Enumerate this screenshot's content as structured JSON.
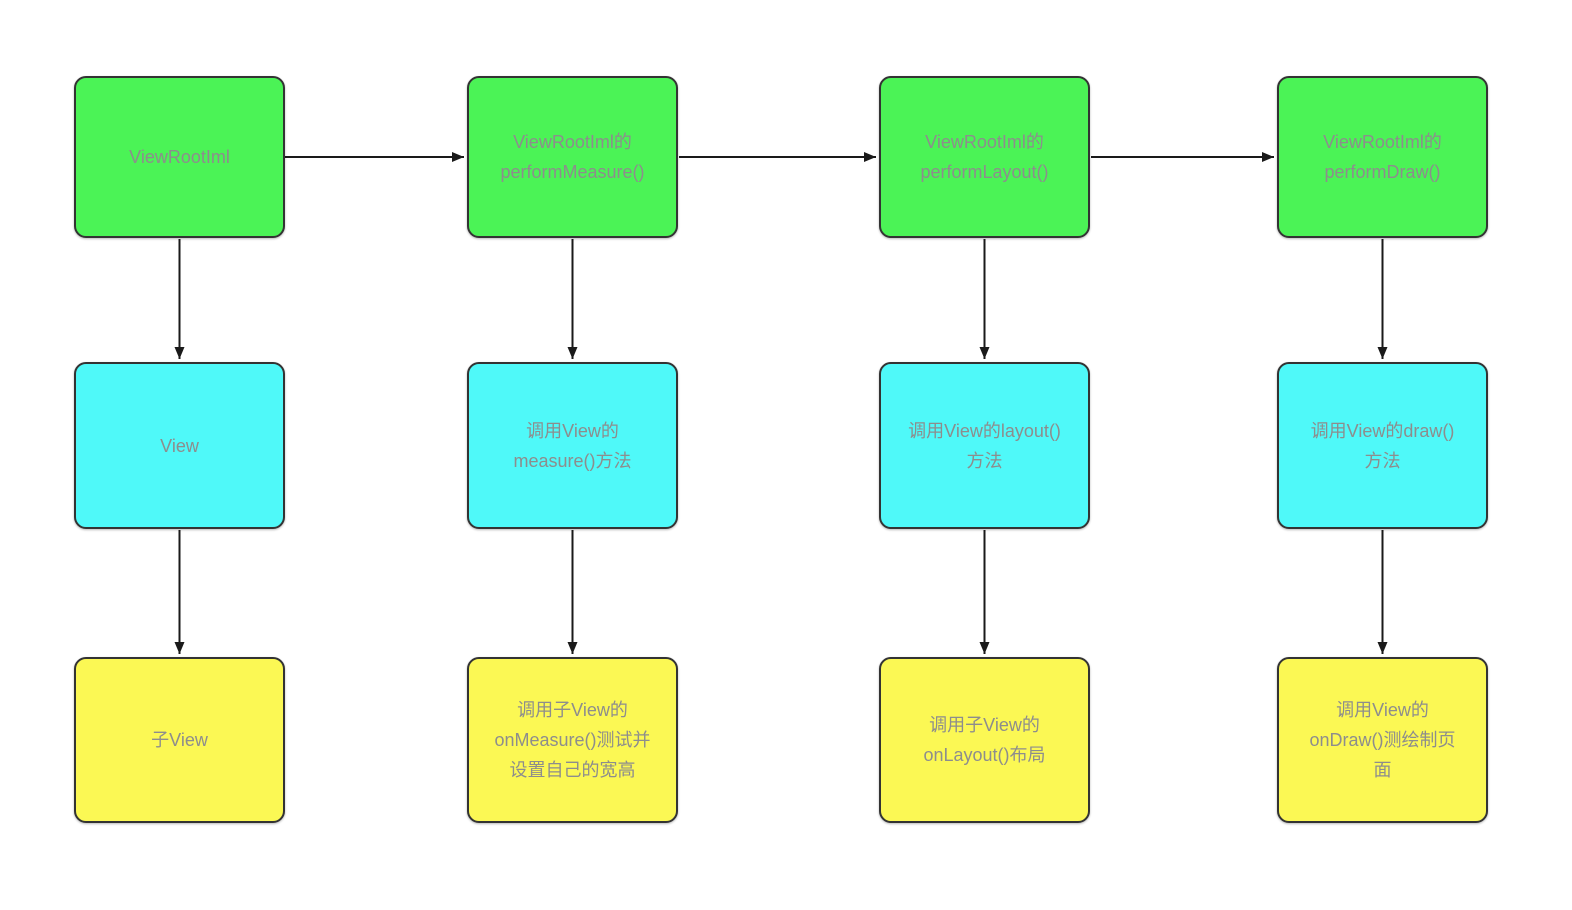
{
  "diagram": {
    "nodes": [
      {
        "id": "view-root-iml",
        "label": "ViewRootIml",
        "color": "green",
        "col": 1,
        "row": 1
      },
      {
        "id": "perform-measure",
        "label": "ViewRootIml的\nperformMeasure()",
        "color": "green",
        "col": 2,
        "row": 1
      },
      {
        "id": "perform-layout",
        "label": "ViewRootIml的\nperformLayout()",
        "color": "green",
        "col": 3,
        "row": 1
      },
      {
        "id": "perform-draw",
        "label": "ViewRootIml的\nperformDraw()",
        "color": "green",
        "col": 4,
        "row": 1
      },
      {
        "id": "view",
        "label": "View",
        "color": "cyan",
        "col": 1,
        "row": 2
      },
      {
        "id": "call-view-measure",
        "label": "调用View的\nmeasure()方法",
        "color": "cyan",
        "col": 2,
        "row": 2
      },
      {
        "id": "call-view-layout",
        "label": "调用View的layout()\n方法",
        "color": "cyan",
        "col": 3,
        "row": 2
      },
      {
        "id": "call-view-draw",
        "label": "调用View的draw()\n方法",
        "color": "cyan",
        "col": 4,
        "row": 2
      },
      {
        "id": "child-view",
        "label": "子View",
        "color": "yellow",
        "col": 1,
        "row": 3
      },
      {
        "id": "call-child-onmeasure",
        "label": "调用子View的\nonMeasure()测试并\n设置自己的宽高",
        "color": "yellow",
        "col": 2,
        "row": 3
      },
      {
        "id": "call-child-onlayout",
        "label": "调用子View的\nonLayout()布局",
        "color": "yellow",
        "col": 3,
        "row": 3
      },
      {
        "id": "call-view-ondraw",
        "label": "调用View的\nonDraw()测绘制页\n面",
        "color": "yellow",
        "col": 4,
        "row": 3
      }
    ],
    "edges": [
      {
        "from": "view-root-iml",
        "to": "perform-measure"
      },
      {
        "from": "perform-measure",
        "to": "perform-layout"
      },
      {
        "from": "perform-layout",
        "to": "perform-draw"
      },
      {
        "from": "view-root-iml",
        "to": "view"
      },
      {
        "from": "perform-measure",
        "to": "call-view-measure"
      },
      {
        "from": "perform-layout",
        "to": "call-view-layout"
      },
      {
        "from": "perform-draw",
        "to": "call-view-draw"
      },
      {
        "from": "view",
        "to": "child-view"
      },
      {
        "from": "call-view-measure",
        "to": "call-child-onmeasure"
      },
      {
        "from": "call-view-layout",
        "to": "call-child-onlayout"
      },
      {
        "from": "call-view-draw",
        "to": "call-view-ondraw"
      }
    ]
  },
  "colors": {
    "node-green": "#4bf356",
    "node-cyan": "#4ff9f9",
    "node-yellow": "#fbf854",
    "node-border": "#333333",
    "node-text": "#8d8d8d",
    "arrow": "#1a1a1a",
    "background": "#ffffff"
  }
}
